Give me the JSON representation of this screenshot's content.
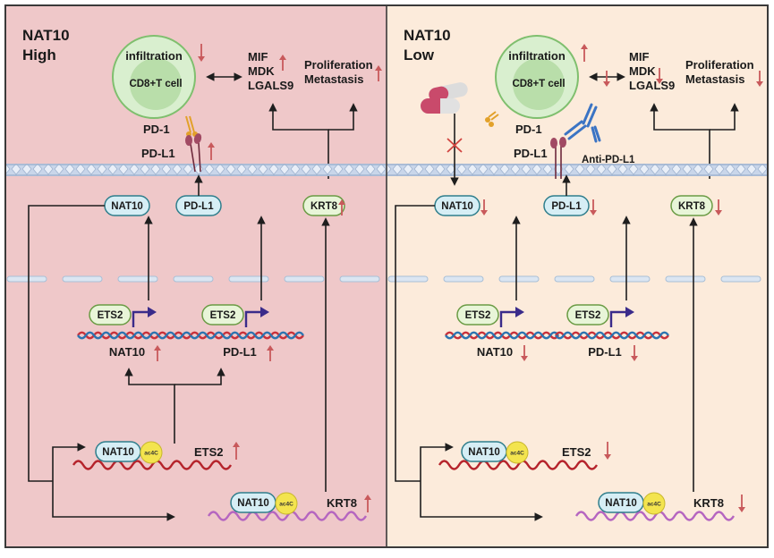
{
  "figure": {
    "type": "mechanism-schematic",
    "colors": {
      "high_panel_bg": "#efc8c9",
      "low_panel_bg": "#fcebdb",
      "frame": "#3a3a3a",
      "regulation_arrow": "#c8595b",
      "protein_blue_fill": "#d6eef5",
      "protein_blue_stroke": "#2f7e8c",
      "protein_green_fill": "#e8f5d8",
      "protein_green_stroke": "#6a9b44",
      "ac4c_fill": "#f3e44e",
      "rna_red": "#b5232b",
      "rna_purple": "#b565c0",
      "dna_red": "#c8313a",
      "dna_blue": "#2c74b0",
      "promoter_arrow": "#3a2b8a",
      "cell_outer": "#d9efcf",
      "cell_inner": "#b9deaa",
      "pd1": "#e2a12a",
      "pdl1": "#a14a63",
      "antibody": "#3b74c4"
    }
  },
  "panels": [
    {
      "id": "high",
      "title_line1": "NAT10",
      "title_line2": "High",
      "cell": {
        "top_label": "infiltration",
        "center_label": "CD8+T cell",
        "infiltration_trend": "down"
      },
      "cytokines": {
        "lines": [
          "MIF",
          "MDK",
          "LGALS9"
        ],
        "trend": "up"
      },
      "phenotype": {
        "lines": [
          "Proliferation",
          "Metastasis"
        ],
        "trend": "up"
      },
      "interaction_trend": "none",
      "pd1_label": "PD-1",
      "pdl1_label": "PD-L1",
      "pdl1_surface_trend": "up",
      "has_drug": false,
      "has_antibody": false,
      "cyto_proteins": [
        {
          "label": "NAT10",
          "trend": "none"
        },
        {
          "label": "PD-L1",
          "trend": "none"
        },
        {
          "label": "KRT8",
          "trend": "up"
        }
      ],
      "genes": [
        {
          "tf": "ETS2",
          "gene": "NAT10",
          "trend": "up"
        },
        {
          "tf": "ETS2",
          "gene": "PD-L1",
          "trend": "up"
        }
      ],
      "mrnas": [
        {
          "enzyme": "NAT10",
          "mod": "ac4C",
          "target": "ETS2",
          "trend": "up"
        },
        {
          "enzyme": "NAT10",
          "mod": "ac4C",
          "target": "KRT8",
          "trend": "up"
        }
      ]
    },
    {
      "id": "low",
      "title_line1": "NAT10",
      "title_line2": "Low",
      "cell": {
        "top_label": "infiltration",
        "center_label": "CD8+T cell",
        "infiltration_trend": "up"
      },
      "cytokines": {
        "lines": [
          "MIF",
          "MDK",
          "LGALS9"
        ],
        "trend": "down"
      },
      "phenotype": {
        "lines": [
          "Proliferation",
          "Metastasis"
        ],
        "trend": "down"
      },
      "interaction_trend": "down",
      "pd1_label": "PD-1",
      "pdl1_label": "PD-L1",
      "antibody_label": "Anti-PD-L1",
      "has_drug": true,
      "drug_blocked": true,
      "has_antibody": true,
      "cyto_proteins": [
        {
          "label": "NAT10",
          "trend": "down"
        },
        {
          "label": "PD-L1",
          "trend": "down"
        },
        {
          "label": "KRT8",
          "trend": "down"
        }
      ],
      "genes": [
        {
          "tf": "ETS2",
          "gene": "NAT10",
          "trend": "down"
        },
        {
          "tf": "ETS2",
          "gene": "PD-L1",
          "trend": "down"
        }
      ],
      "mrnas": [
        {
          "enzyme": "NAT10",
          "mod": "ac4C",
          "target": "ETS2",
          "trend": "down"
        },
        {
          "enzyme": "NAT10",
          "mod": "ac4C",
          "target": "KRT8",
          "trend": "down"
        }
      ]
    }
  ]
}
